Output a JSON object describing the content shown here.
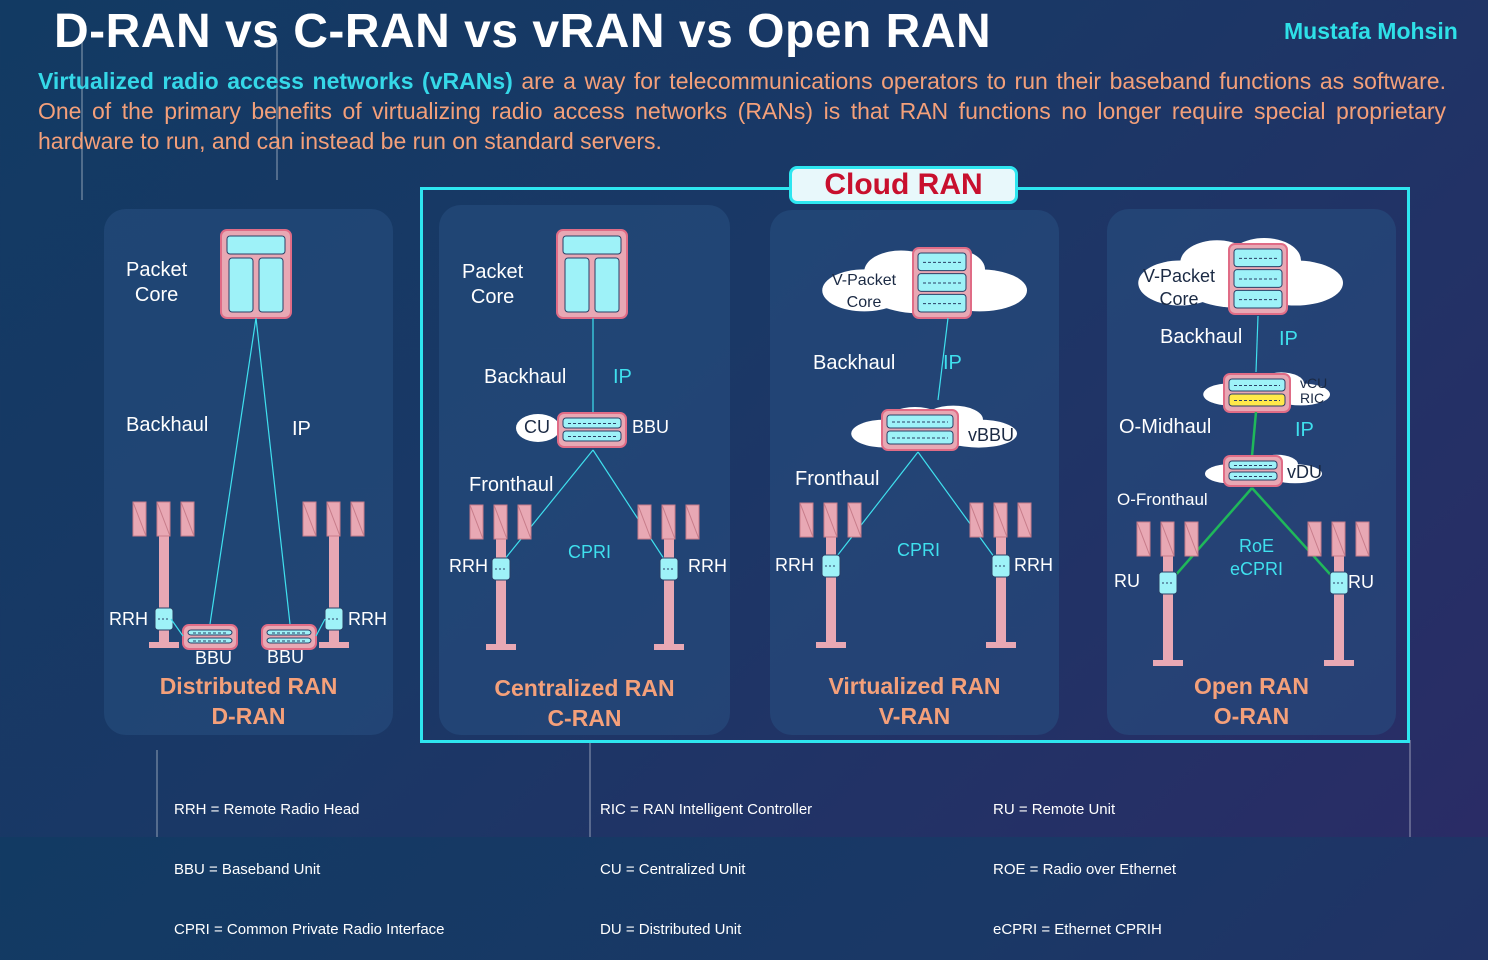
{
  "title": "D-RAN vs C-RAN vs vRAN vs Open RAN",
  "author": "Mustafa Mohsin",
  "intro": {
    "highlight": "Virtualized radio access networks (vRANs)",
    "text": " are a way for telecommunications operators to run their baseband functions as software. One of the primary benefits of virtualizing radio access networks (RANs) is that RAN functions no longer require special proprietary hardware to run, and can instead be run on standard servers."
  },
  "cloud_ran_label": "Cloud RAN",
  "panels": {
    "dran": {
      "core": "Packet\nCore",
      "backhaul": "Backhaul",
      "ip": "IP",
      "rrh_left": "RRH",
      "rrh_right": "RRH",
      "bbu_left": "BBU",
      "bbu_right": "BBU",
      "title1": "Distributed RAN",
      "title2": "D-RAN"
    },
    "cran": {
      "core": "Packet\nCore",
      "backhaul": "Backhaul",
      "ip": "IP",
      "cu": "CU",
      "bbu": "BBU",
      "fronthaul": "Fronthaul",
      "cpri": "CPRI",
      "rrh_left": "RRH",
      "rrh_right": "RRH",
      "title1": "Centralized RAN",
      "title2": "C-RAN"
    },
    "vran": {
      "core": "V-Packet\nCore",
      "backhaul": "Backhaul",
      "ip": "IP",
      "vbbu": "vBBU",
      "fronthaul": "Fronthaul",
      "cpri": "CPRI",
      "rrh_left": "RRH",
      "rrh_right": "RRH",
      "title1": "Virtualized RAN",
      "title2": "V-RAN"
    },
    "oran": {
      "core": "V-Packet\nCore",
      "backhaul": "Backhaul",
      "ip1": "IP",
      "vcu": "vCU\nRIC",
      "midhaul": "O-Midhaul",
      "ip2": "IP",
      "vdu": "vDU",
      "fronthaul": "O-Fronthaul",
      "roe": "RoE\neCPRI",
      "ru_left": "RU",
      "ru_right": "RU",
      "title1": "Open RAN",
      "title2": "O-RAN"
    }
  },
  "legend": {
    "col1": [
      "RRH = Remote Radio Head",
      "BBU = Baseband Unit",
      "CPRI = Common Private Radio Interface"
    ],
    "col2": [
      "RIC = RAN Intelligent Controller",
      "CU = Centralized Unit",
      "DU = Distributed Unit"
    ],
    "col3": [
      "RU = Remote Unit",
      "ROE = Radio over Ethernet",
      "eCPRI = Ethernet CPRIH"
    ]
  },
  "colors": {
    "accent_cyan": "#2ee6f0",
    "salmon": "#f4a07a",
    "cloud_red": "#c8102e",
    "tower_pink": "#e8a8b4",
    "link_green": "#1fb85a"
  }
}
